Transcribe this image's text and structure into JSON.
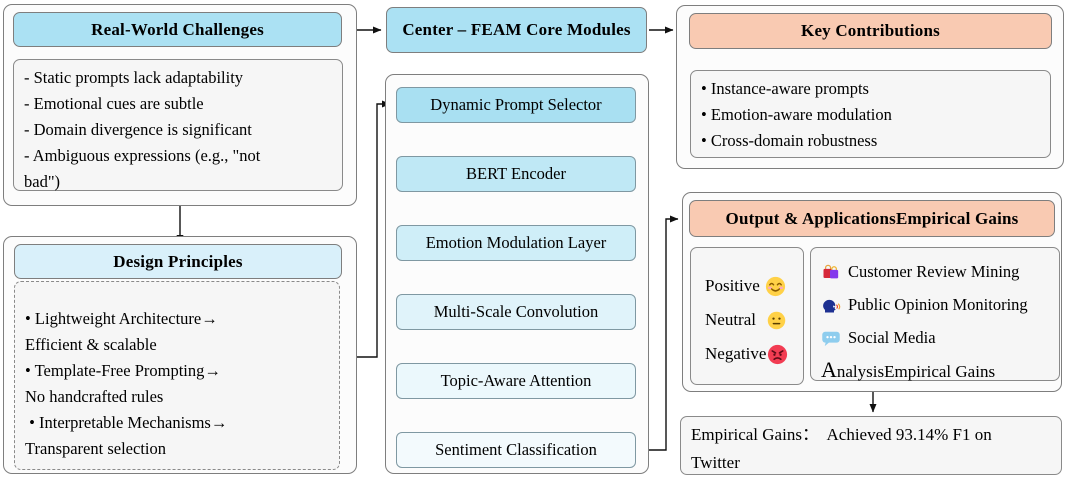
{
  "palette": {
    "header_blue": "#abe1f3",
    "design_header_blue": "#d9f0fa",
    "header_salmon": "#f9cab2",
    "panel_bg": "#f6f6f6",
    "border_gray": "#7e7e7e",
    "module_fills": [
      "#a9e0f2",
      "#bfe8f5",
      "#cfeef8",
      "#e0f3fa",
      "#ebf8fc",
      "#f3fafd"
    ],
    "positive_face_yellow": "#ffd147",
    "negative_face_red": "#f23c52",
    "balloon_blue": "#8ecdee",
    "bag_red": "#d62839",
    "bag_purple": "#8338ec",
    "head_navy": "#1d3091"
  },
  "challenges": {
    "title": "Real-World Challenges",
    "lines": [
      "- Static prompts lack adaptability",
      "- Emotional cues are subtle",
      "- Domain divergence is significant",
      "- Ambiguous expressions (e.g., \"not",
      "bad\")"
    ]
  },
  "design": {
    "title": "Design Principles",
    "lines": [
      "• Lightweight Architecture→",
      "Efficient & scalable",
      "• Template-Free Prompting→",
      "No handcrafted rules",
      " • Interpretable Mechanisms→",
      "Transparent selection"
    ]
  },
  "center": {
    "title": "Center – FEAM Core Modules",
    "modules": [
      "Dynamic Prompt Selector",
      "BERT Encoder",
      "Emotion Modulation Layer",
      "Multi-Scale Convolution",
      "Topic-Aware Attention",
      "Sentiment Classification"
    ]
  },
  "contributions": {
    "title": "Key Contributions",
    "lines": [
      "• Instance-aware prompts",
      "• Emotion-aware modulation",
      "• Cross-domain robustness"
    ]
  },
  "output": {
    "title": "Output & ApplicationsEmpirical Gains",
    "sentiments": [
      {
        "label": "Positive",
        "icon": "smiling-face-icon"
      },
      {
        "label": "Neutral",
        "icon": "neutral-face-icon"
      },
      {
        "label": "Negative",
        "icon": "angry-face-icon"
      }
    ],
    "applications": [
      {
        "label": "Customer Review Mining",
        "icon": "shopping-bags-icon"
      },
      {
        "label": "Public Opinion Monitoring",
        "icon": "speaking-head-icon"
      },
      {
        "label": "Social Media",
        "icon": "speech-balloon-icon"
      }
    ],
    "applications_tail": "AnalysisEmpirical Gains"
  },
  "empirical": {
    "lines": [
      "Empirical Gains：  Achieved 93.14% F1 on",
      "Twitter"
    ]
  }
}
